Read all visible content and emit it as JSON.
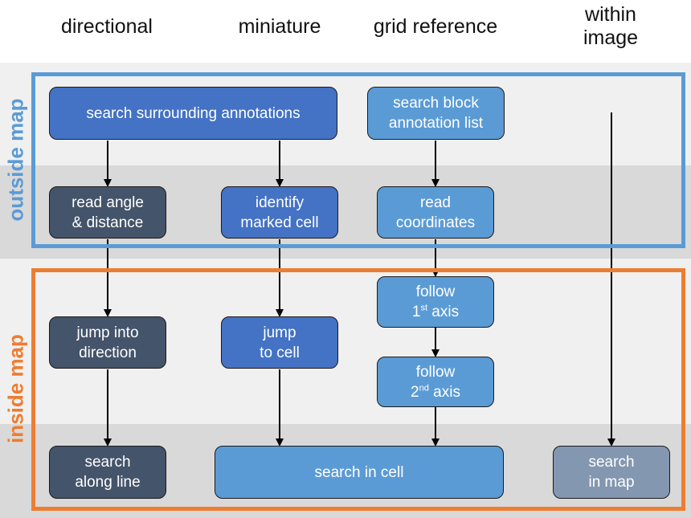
{
  "columns": [
    "directional",
    "miniature",
    "grid reference",
    "within\nimage"
  ],
  "regions": {
    "outside": {
      "label": "outside map",
      "color": "#5b9bd5"
    },
    "inside": {
      "label": "inside map",
      "color": "#ed7d31"
    }
  },
  "colors": {
    "background_light": "#f0f0f0",
    "background_dark": "#d9d9d9",
    "dark_node": "#44546a",
    "mid_node": "#4472c4",
    "light_node": "#5b9bd5",
    "gray_node": "#8497b0",
    "arrow": "#000000"
  },
  "nodes": {
    "search_surrounding": {
      "text": "search surrounding annotations",
      "style": "mid"
    },
    "search_block_list": {
      "text": "search block\nannotation list",
      "style": "light"
    },
    "read_angle": {
      "text": "read angle\n& distance",
      "style": "dark"
    },
    "identify_cell": {
      "text": "identify\nmarked cell",
      "style": "mid"
    },
    "read_coordinates": {
      "text": "read\ncoordinates",
      "style": "light"
    },
    "follow_axis1": {
      "line1": "follow",
      "num": "1",
      "sup": "st",
      "rest": " axis",
      "style": "light"
    },
    "follow_axis2": {
      "line1": "follow",
      "num": "2",
      "sup": "nd",
      "rest": " axis",
      "style": "light"
    },
    "jump_direction": {
      "text": "jump into\ndirection",
      "style": "dark"
    },
    "jump_cell": {
      "text": "jump\nto cell",
      "style": "mid"
    },
    "search_along_line": {
      "text": "search\nalong line",
      "style": "dark"
    },
    "search_in_cell": {
      "text": "search in cell",
      "style": "light"
    },
    "search_in_map": {
      "text": "search\nin map",
      "style": "gray"
    }
  }
}
